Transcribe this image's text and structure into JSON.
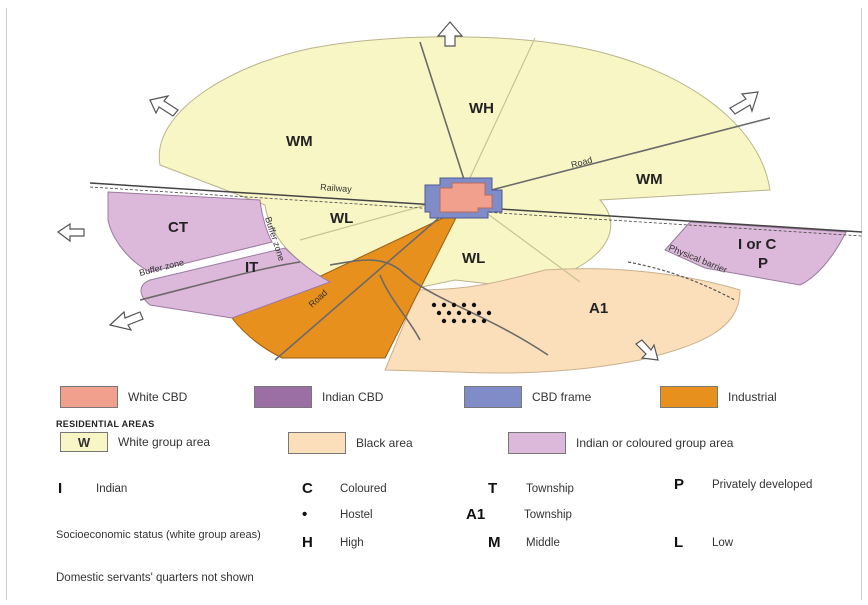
{
  "zones": {
    "wh": "WH",
    "wm_left": "WM",
    "wm_right": "WM",
    "wl_left": "WL",
    "wl_right": "WL",
    "ct": "CT",
    "it": "IT",
    "ioc_line1": "I or C",
    "ioc_line2": "P",
    "a1": "A1"
  },
  "map_labels": {
    "railway": "Railway",
    "road_upper": "Road",
    "road_lower": "Road",
    "buffer_zone_left": "Buffer zone",
    "buffer_zone_lower": "Buffer zone",
    "physical_barrier": "Physical barrier"
  },
  "legend": {
    "items": [
      {
        "label": "White CBD",
        "color": "#f2a08e"
      },
      {
        "label": "Indian CBD",
        "color": "#9b6fa3"
      },
      {
        "label": "CBD frame",
        "color": "#7f8cc8"
      },
      {
        "label": "Industrial",
        "color": "#e8901d"
      }
    ],
    "residential_title": "RESIDENTIAL AREAS",
    "residential": [
      {
        "code": "W",
        "label": "White group area",
        "color": "#f9f6c6"
      },
      {
        "label": "Black area",
        "color": "#fbdfbb"
      },
      {
        "label": "Indian or coloured group area",
        "color": "#dcb8da"
      }
    ],
    "codes_row1": [
      {
        "code": "I",
        "label": "Indian"
      },
      {
        "code": "C",
        "label": "Coloured"
      },
      {
        "code": "T",
        "label": "Township"
      },
      {
        "code": "P",
        "label": "Privately developed"
      }
    ],
    "codes_row2": [
      {
        "code": "•",
        "label": "Hostel"
      },
      {
        "code": "A1",
        "label": "Township"
      }
    ],
    "status_title": "Socioeconomic status (white group areas)",
    "status": [
      {
        "code": "H",
        "label": "High"
      },
      {
        "code": "M",
        "label": "Middle"
      },
      {
        "code": "L",
        "label": "Low"
      }
    ],
    "footnote": "Domestic servants' quarters not shown"
  },
  "colors": {
    "white_area": "#f9f6c6",
    "black_area": "#fbdfbb",
    "indian_area": "#dcb8da",
    "industrial": "#e8901d",
    "white_cbd": "#f2a08e",
    "cbd_frame": "#7f8cc8"
  }
}
